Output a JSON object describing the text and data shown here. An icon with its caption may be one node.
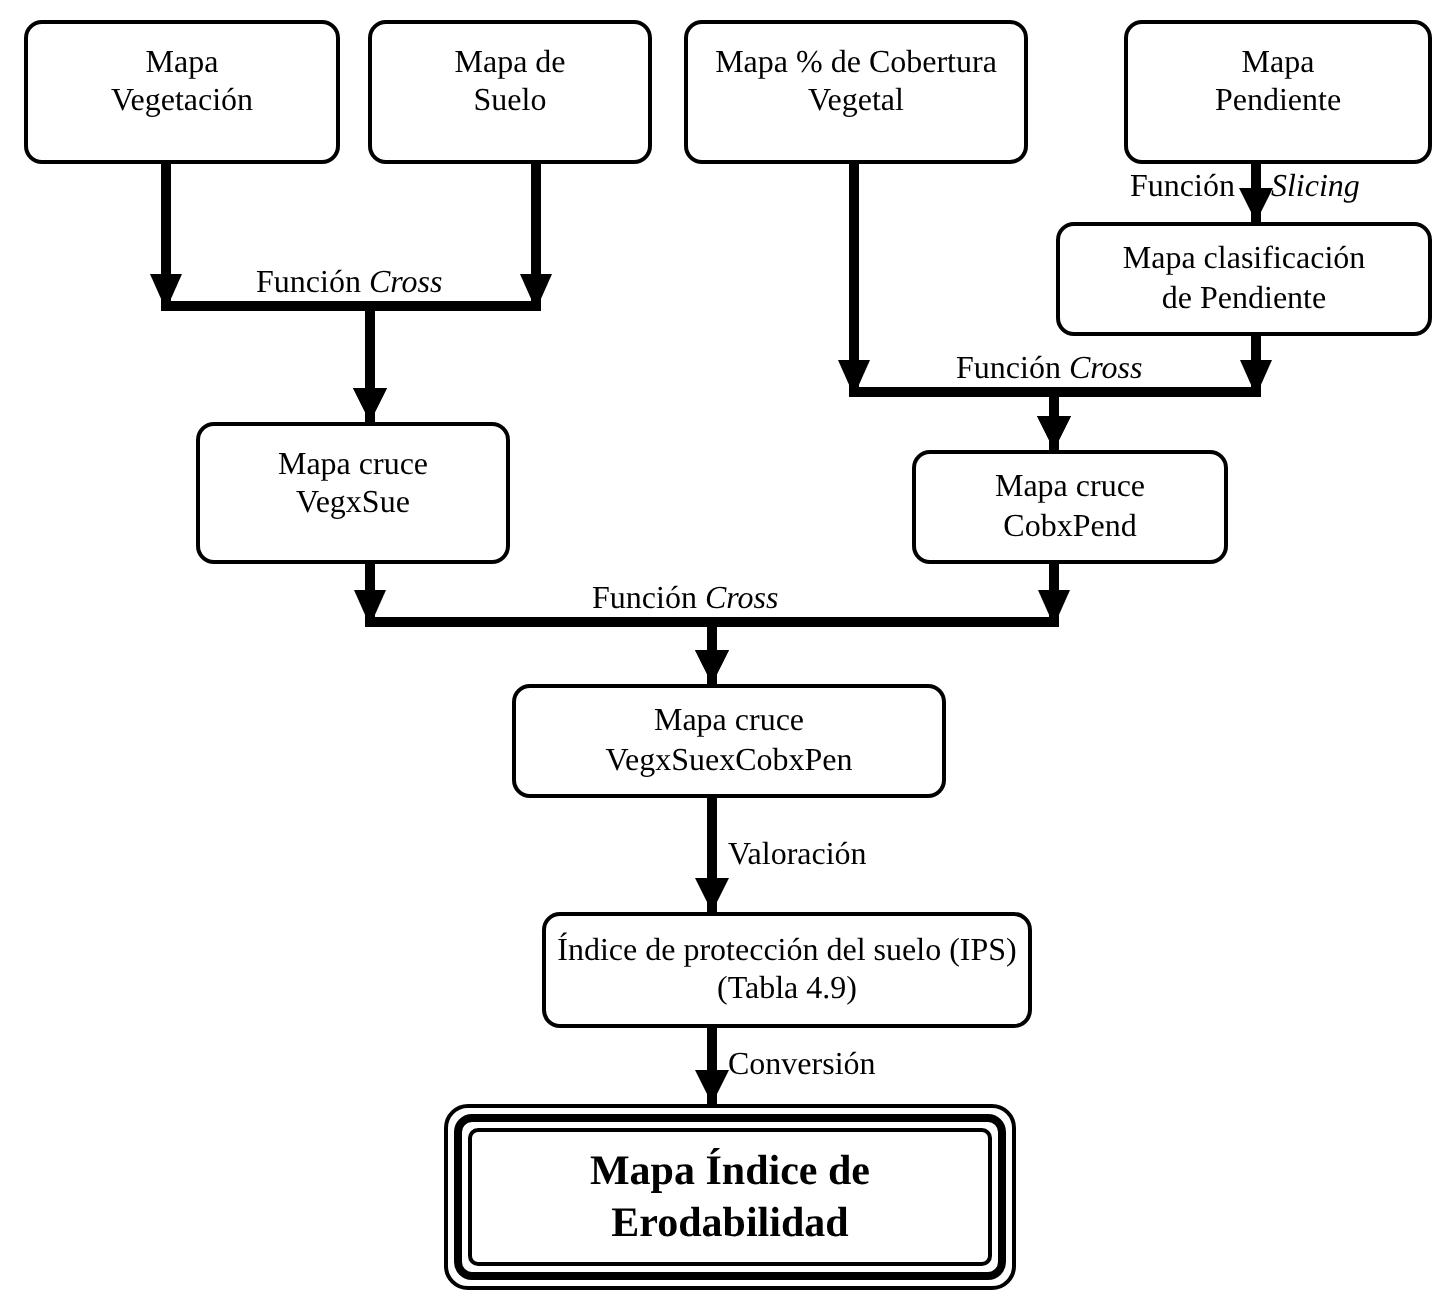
{
  "diagram": {
    "nodes": [
      {
        "text": [
          "Mapa Vegetación"
        ]
      },
      {
        "text": [
          "Mapa de Suelo"
        ]
      },
      {
        "text": [
          "Mapa % de Cobertura Vegetal"
        ]
      },
      {
        "text": [
          "Mapa Pendiente"
        ]
      },
      {
        "text": [
          "Mapa clasificación de Pendiente"
        ]
      },
      {
        "text": [
          "Mapa cruce VegxSue"
        ]
      },
      {
        "text": [
          "Mapa cruce CobxPend"
        ]
      },
      {
        "text": [
          "Mapa cruce VegxSuexCobxPen"
        ]
      },
      {
        "text": [
          "Índice de protección del suelo (IPS) (Tabla 4.9)"
        ]
      },
      {
        "text": [
          "Mapa Índice de Erodabilidad"
        ]
      }
    ],
    "edges": [
      {
        "from": 0,
        "to": 5,
        "arrow": "to",
        "label": "Función *Cross*"
      },
      {
        "from": 1,
        "to": 5,
        "arrow": "to"
      },
      {
        "from": 3,
        "to": 4,
        "arrow": "to",
        "label": "Función *Slicing*"
      },
      {
        "from": 2,
        "to": 6,
        "arrow": "to",
        "label": "Función *Cross*"
      },
      {
        "from": 4,
        "to": 6,
        "arrow": "to"
      },
      {
        "from": 5,
        "to": 7,
        "arrow": "to",
        "label": "Función *Cross*"
      },
      {
        "from": 6,
        "to": 7,
        "arrow": "to"
      },
      {
        "from": 7,
        "to": 8,
        "arrow": "to",
        "label": "Valoración"
      },
      {
        "from": 8,
        "to": 9,
        "arrow": "to",
        "label": "Conversión"
      }
    ]
  }
}
